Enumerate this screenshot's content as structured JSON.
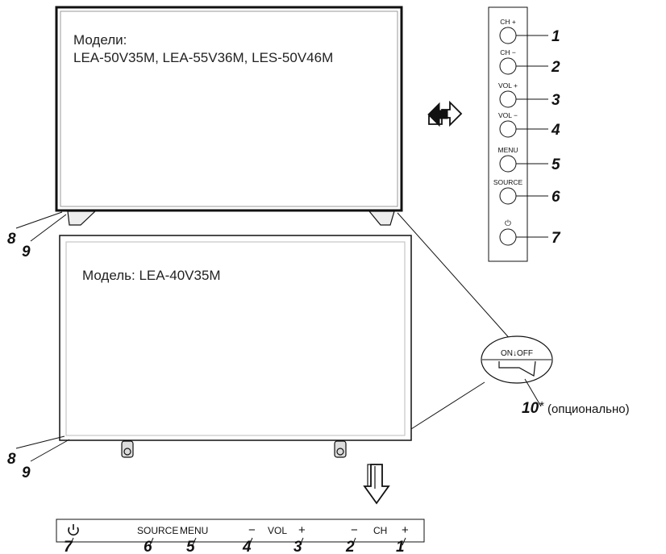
{
  "top_tv": {
    "heading": "Модели:",
    "models": "LEA-50V35M, LEA-55V36M, LES-50V46M"
  },
  "bottom_tv": {
    "heading": "Модель: LEA-40V35M"
  },
  "side_panel": {
    "buttons": [
      {
        "label": "CH +",
        "number": "1"
      },
      {
        "label": "CH −",
        "number": "2"
      },
      {
        "label": "VOL +",
        "number": "3"
      },
      {
        "label": "VOL −",
        "number": "4"
      },
      {
        "label": "MENU",
        "number": "5"
      },
      {
        "label": "SOURCE",
        "number": "6"
      },
      {
        "label": "⏻",
        "number": "7"
      }
    ]
  },
  "bottom_panel": {
    "power_symbol": "⏻",
    "source": "SOURCE",
    "menu": "MENU",
    "vol_minus": "−",
    "vol": "VOL",
    "vol_plus": "+",
    "ch_minus": "−",
    "ch": "CH",
    "ch_plus": "+",
    "numbers": [
      "7",
      "6",
      "5",
      "4",
      "3",
      "2",
      "1"
    ]
  },
  "callouts": {
    "top_8": "8",
    "top_9": "9",
    "bottom_8": "8",
    "bottom_9": "9"
  },
  "switch": {
    "label": "ON↓OFF",
    "number": "10",
    "asterisk": "*",
    "note": "(опционально)"
  }
}
